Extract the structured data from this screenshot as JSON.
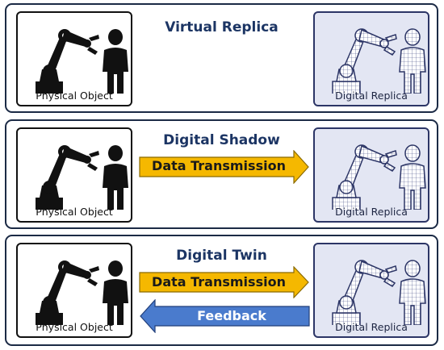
{
  "panels": [
    {
      "title": "Virtual Replica",
      "physical_label": "Physical Object",
      "digital_label": "Digital Replica"
    },
    {
      "title": "Digital Shadow",
      "physical_label": "Physical Object",
      "digital_label": "Digital Replica",
      "forward_arrow": "Data Transmission"
    },
    {
      "title": "Digital Twin",
      "physical_label": "Physical Object",
      "digital_label": "Digital Replica",
      "forward_arrow": "Data Transmission",
      "feedback_arrow": "Feedback"
    }
  ],
  "colors": {
    "panel_border": "#1b2a45",
    "title": "#1c3564",
    "digital_fill": "#e3e6f3",
    "forward_arrow_fill": "#f5b800",
    "feedback_arrow_fill": "#4a7bcd"
  },
  "icons": {
    "physical_robot": "robot-arm-icon",
    "physical_person": "person-icon",
    "digital_robot": "wireframe-robot-arm-icon",
    "digital_person": "wireframe-person-icon"
  }
}
